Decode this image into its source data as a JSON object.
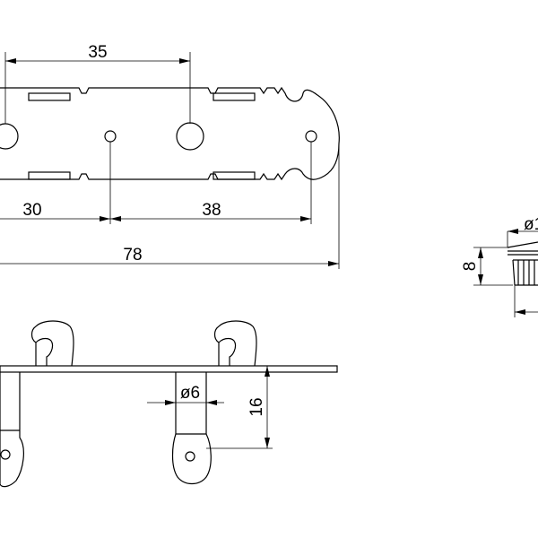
{
  "drawing": {
    "dimensions": {
      "top_span": "35",
      "left_span": "30",
      "mid_span": "38",
      "total_length": "78",
      "post_diameter": "ø6",
      "post_height": "16",
      "side_height": "8",
      "side_diameter_partial": "ø1"
    }
  }
}
